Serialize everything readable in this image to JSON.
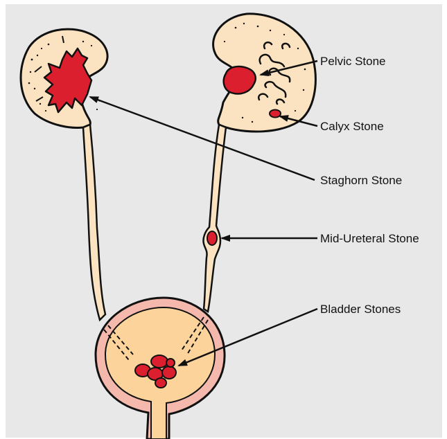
{
  "labels": {
    "pelvic": "Pelvic Stone",
    "calyx": "Calyx Stone",
    "staghorn": "Staghorn Stone",
    "mid_ureteral": "Mid-Ureteral Stone",
    "bladder": "Bladder Stones"
  },
  "colors": {
    "background": "#e8e8e8",
    "kidney_fill": "#fbe3c1",
    "bladder_fill": "#fcd39b",
    "bladder_wall": "#f4b8ac",
    "stone": "#dc1f2e",
    "outline": "#111111"
  }
}
